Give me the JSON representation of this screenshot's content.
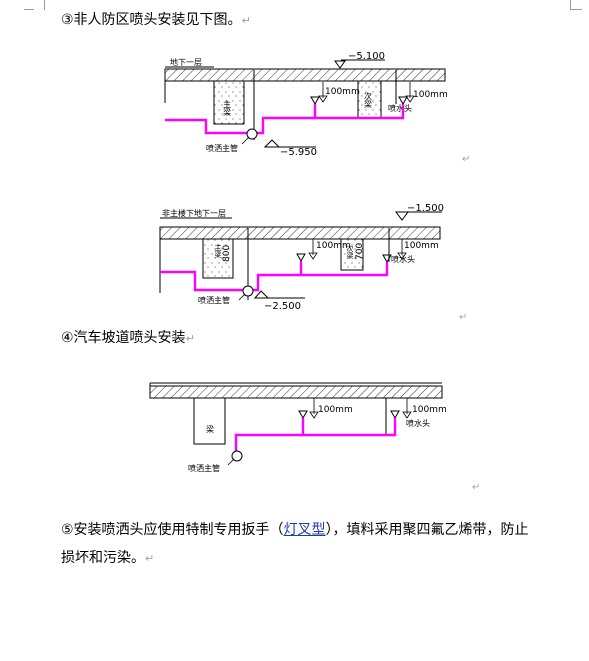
{
  "heading1": "③非人防区喷头安装见下图。",
  "heading2": "④汽车坡道喷头安装",
  "para5_line1_a": "⑤安装喷洒头应使用特制专用扳手（",
  "para5_line1_u": "灯叉型",
  "para5_line1_b": "），填料采用聚四氟乙烯带，防止",
  "para5_line2": "损坏和污染。",
  "return_mark": "↵",
  "fig1": {
    "floor_label": "地下一层",
    "top_elev": "−5.100",
    "bottom_elev": "−5.950",
    "beam1": "主梁",
    "beam2": "次梁",
    "dim1": "100mm",
    "dim2": "100mm",
    "head_label": "喷水头",
    "main_label": "喷洒主管"
  },
  "fig2": {
    "floor_label": "非主楼下地下一层",
    "top_elev": "−1.500",
    "bottom_elev": "−2.500",
    "beam1": "主梁",
    "beam2": "次梁",
    "beam1_dim": "800",
    "beam2_dim": "700",
    "dim1": "100mm",
    "dim2": "100mm",
    "head_label": "喷水头",
    "main_label": "喷洒主管"
  },
  "fig3": {
    "beam": "梁",
    "dim1": "100mm",
    "dim2": "100mm",
    "head_label": "喷水头",
    "main_label": "喷洒主管"
  }
}
